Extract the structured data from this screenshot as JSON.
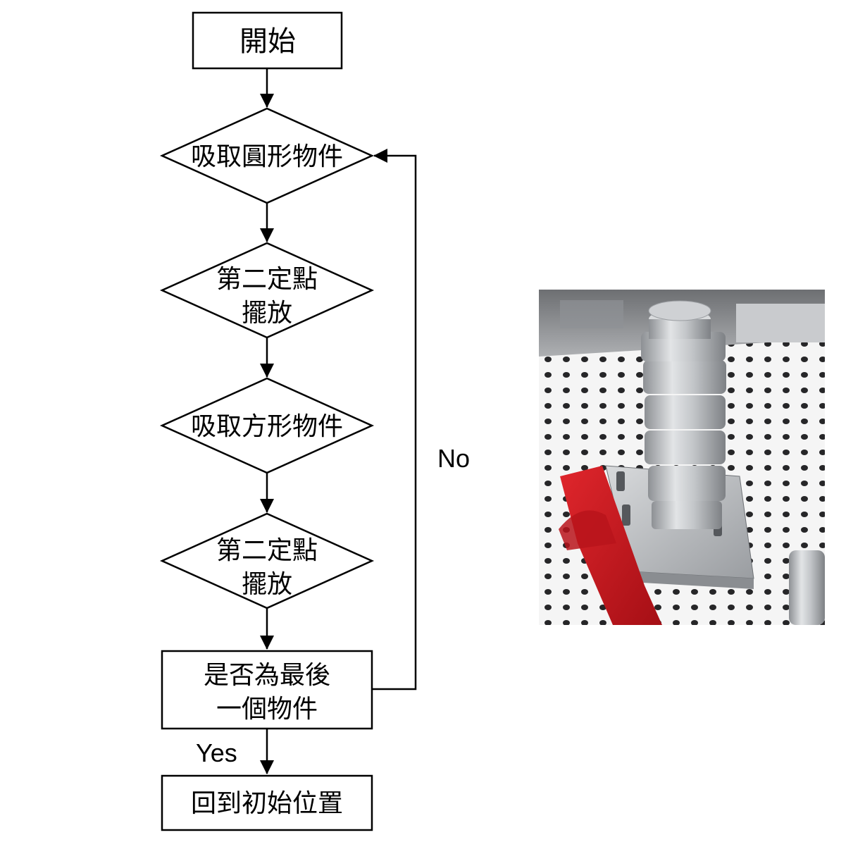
{
  "flowchart": {
    "start": "開始",
    "step1": "吸取圓形物件",
    "step2": [
      "第二定點",
      "擺放"
    ],
    "step3": "吸取方形物件",
    "step4": [
      "第二定點",
      "擺放"
    ],
    "decision": [
      "是否為最後",
      "一個物件"
    ],
    "end": "回到初始位置",
    "label_no": "No",
    "label_yes": "Yes"
  },
  "photo": {
    "subject": "stacked-metal-parts-on-pegboard",
    "colors": {
      "table": "#f4f4f4",
      "metal": "#b9bcbf",
      "tape": "#c8161e"
    }
  }
}
